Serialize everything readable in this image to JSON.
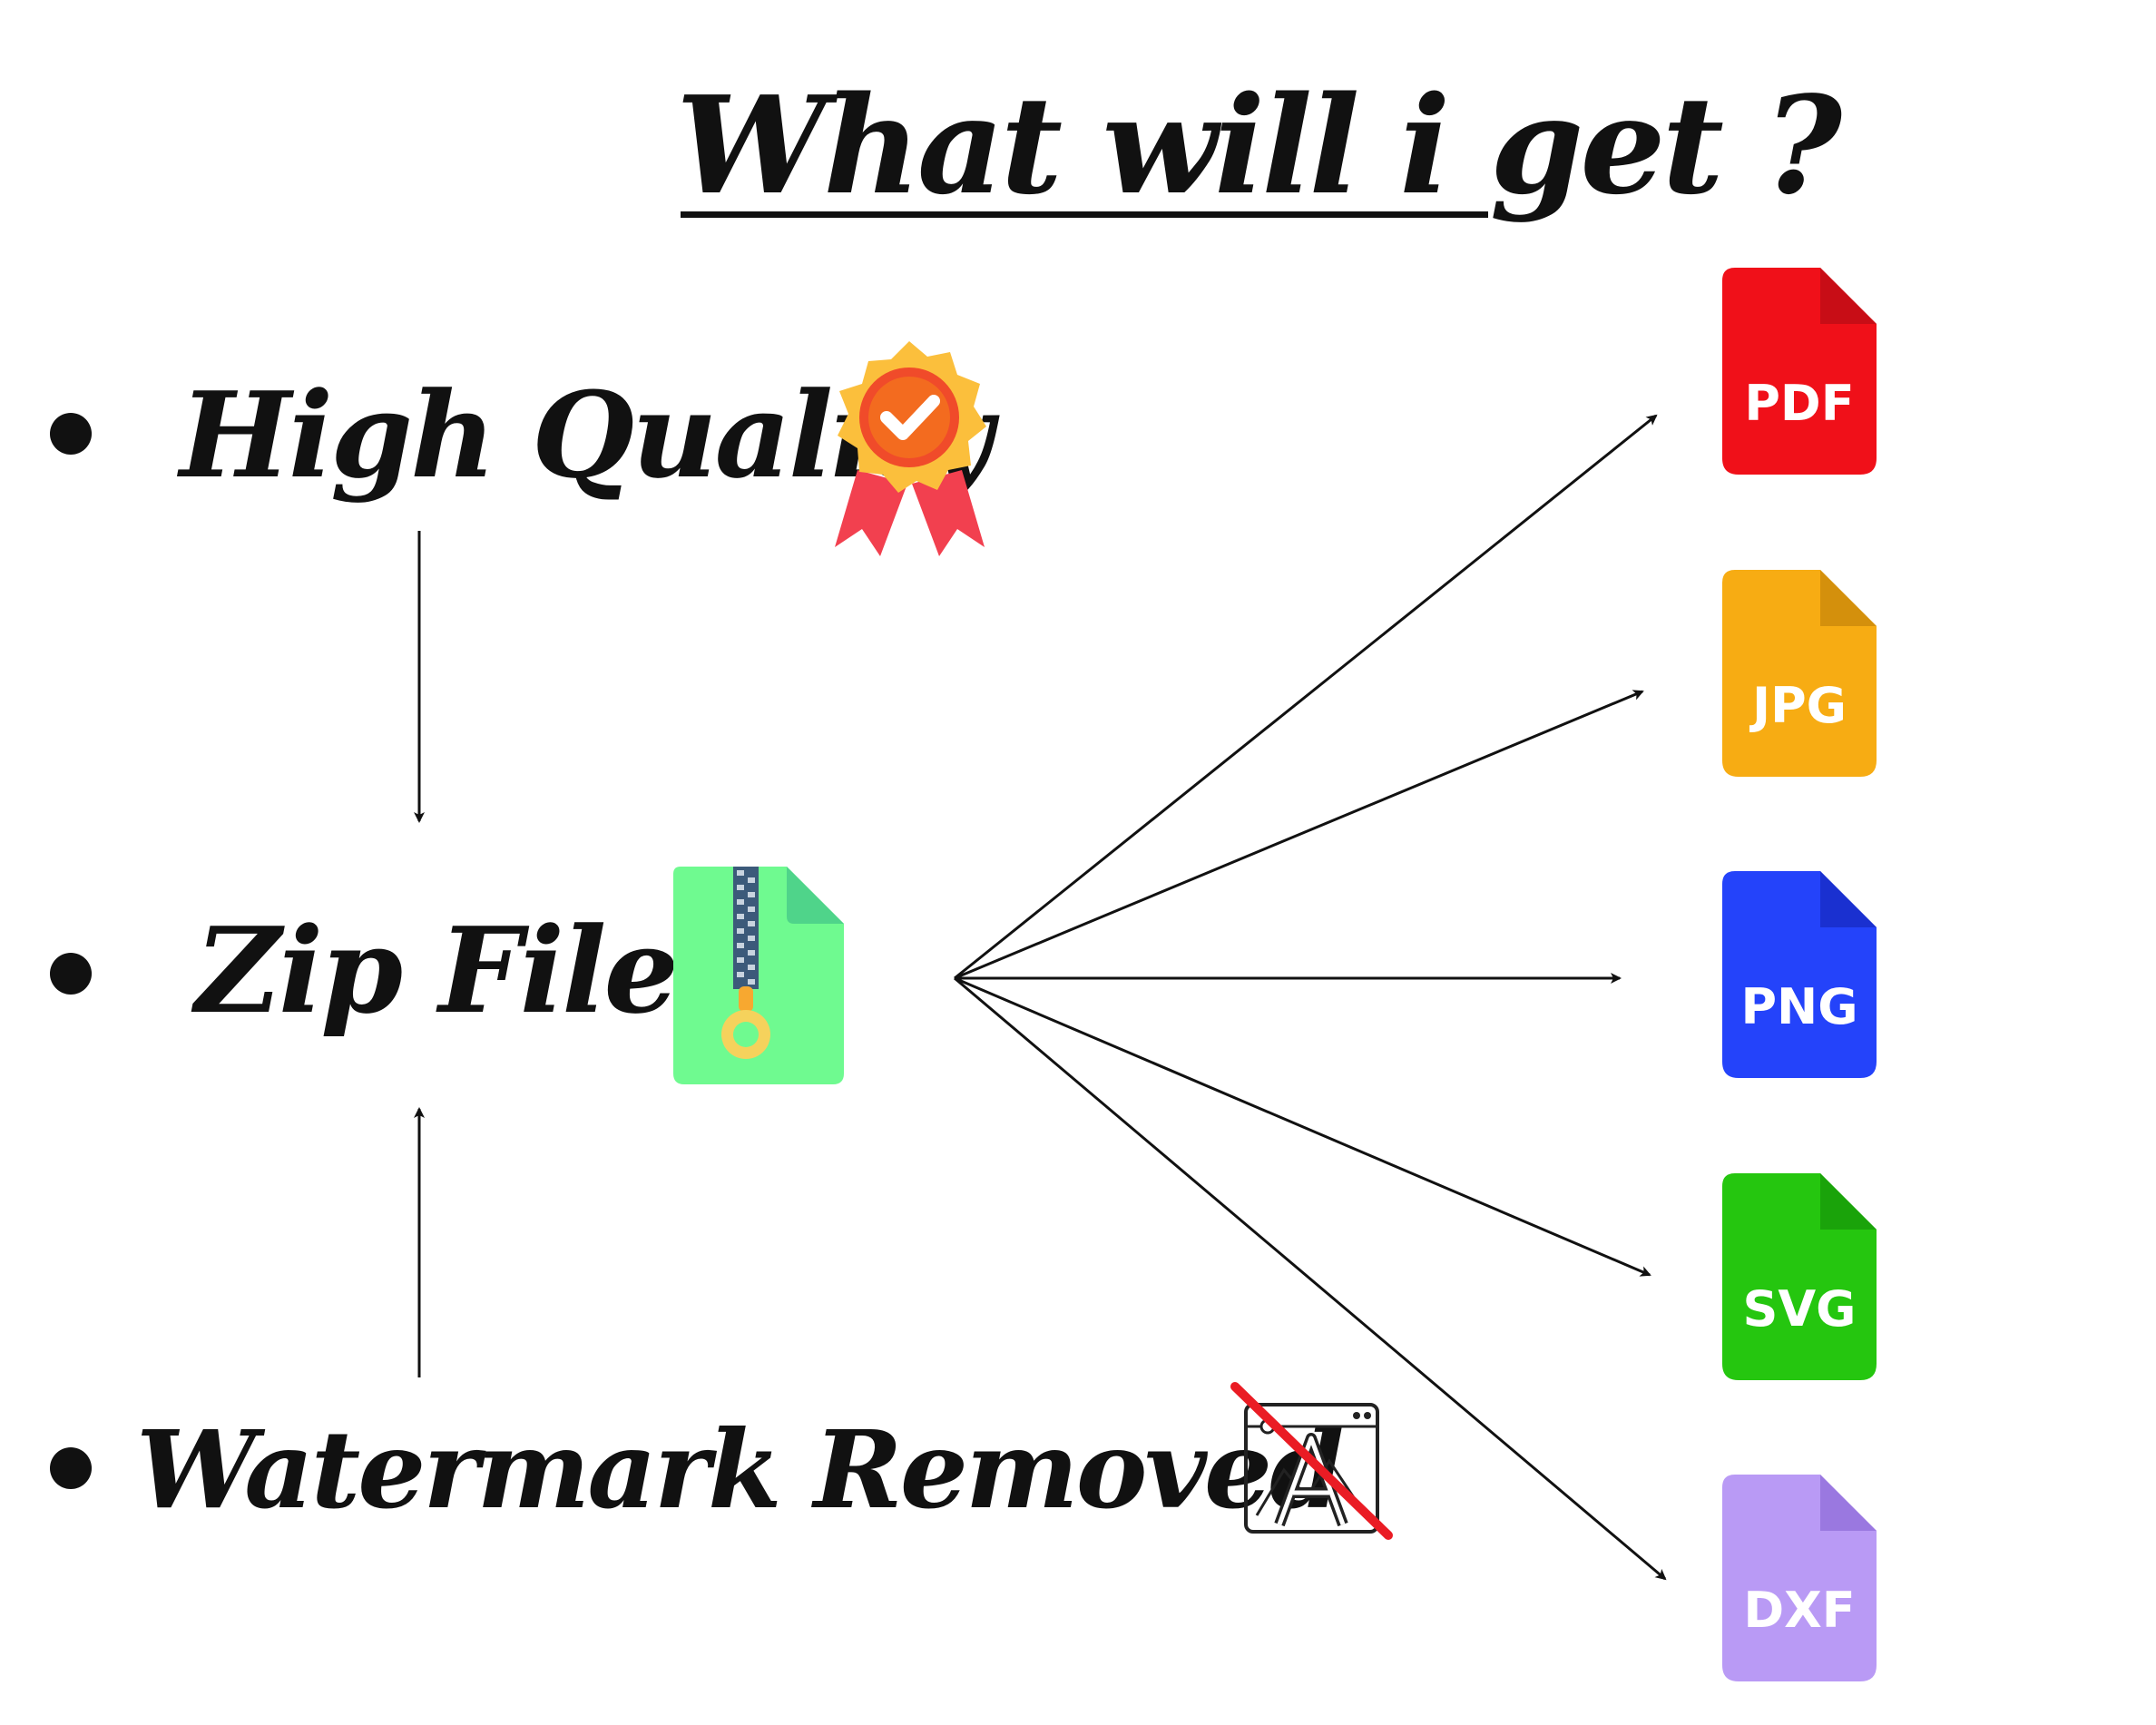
{
  "title": "What will i get ?",
  "items": [
    {
      "label": "High Quality",
      "icon": "award-badge-icon"
    },
    {
      "label": "Zip File",
      "icon": "zip-file-icon"
    },
    {
      "label": "Watermark Removed",
      "icon": "no-watermark-icon"
    }
  ],
  "formats": [
    {
      "label": "PDF",
      "color": "#f01019",
      "fold": "#c80d16"
    },
    {
      "label": "JPG",
      "color": "#f7ac13",
      "fold": "#d4900c"
    },
    {
      "label": "PNG",
      "color": "#2443fa",
      "fold": "#1a30d0"
    },
    {
      "label": "SVG",
      "color": "#25c60f",
      "fold": "#1aa30a"
    },
    {
      "label": "DXF",
      "color": "#b99af5",
      "fold": "#9a78e0"
    }
  ]
}
